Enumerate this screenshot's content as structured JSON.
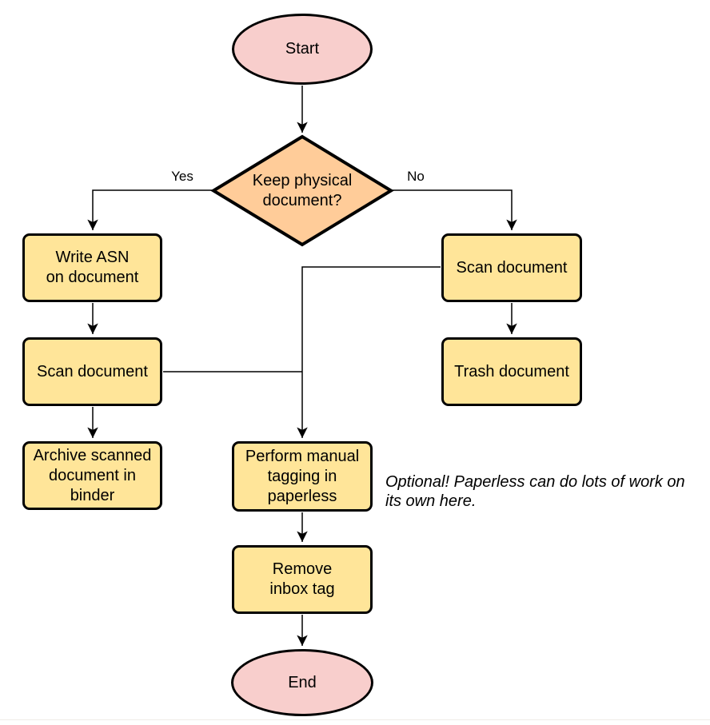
{
  "colors": {
    "background": "#FFFFFF",
    "stroke": "#000000",
    "terminal-fill": "#F8CECC",
    "decision-fill": "#FFCC99",
    "process-fill": "#FFE599",
    "text": "#000000"
  },
  "diagram": {
    "type": "flowchart",
    "nodes": {
      "start": {
        "label": "Start",
        "shape": "ellipse"
      },
      "decision": {
        "label": "Keep physical\ndocument?",
        "shape": "diamond"
      },
      "write_asn": {
        "label": "Write ASN\non document",
        "shape": "process"
      },
      "scan_left": {
        "label": "Scan document",
        "shape": "process"
      },
      "archive": {
        "label": "Archive scanned\ndocument in\nbinder",
        "shape": "process"
      },
      "scan_right": {
        "label": "Scan document",
        "shape": "process"
      },
      "trash": {
        "label": "Trash document",
        "shape": "process"
      },
      "tagging": {
        "label": "Perform manual\ntagging in\npaperless",
        "shape": "process"
      },
      "remove_tag": {
        "label": "Remove\ninbox tag",
        "shape": "process"
      },
      "end": {
        "label": "End",
        "shape": "ellipse"
      }
    },
    "edge_labels": {
      "yes": "Yes",
      "no": "No"
    },
    "edges": [
      "start -> decision",
      "decision -Yes-> write_asn",
      "decision -No-> scan_right",
      "write_asn -> scan_left",
      "scan_left -> archive",
      "scan_left -> tagging",
      "scan_right -> trash",
      "scan_right -> tagging",
      "tagging -> remove_tag",
      "remove_tag -> end"
    ],
    "note": "Optional! Paperless can do lots of work on\nits own here."
  }
}
